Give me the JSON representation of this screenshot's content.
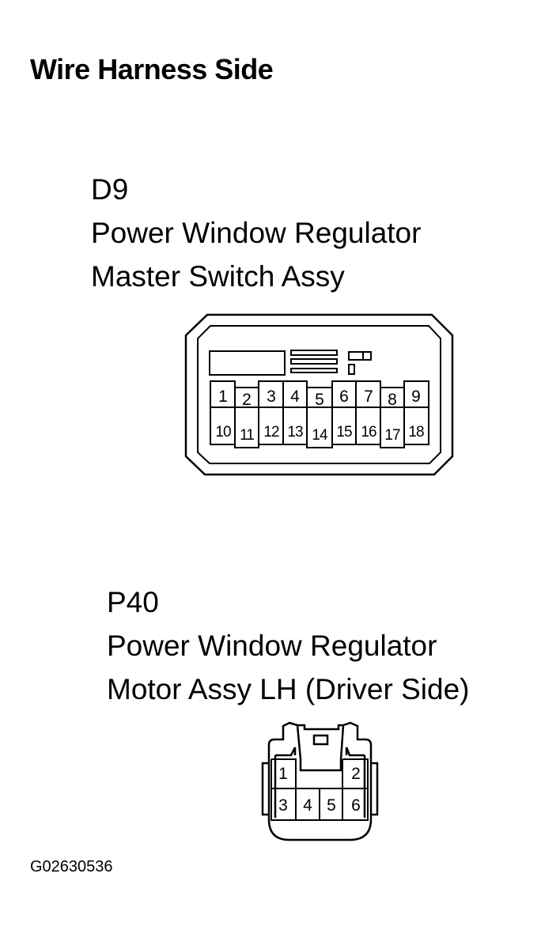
{
  "heading": "Wire Harness Side",
  "connectors": [
    {
      "code": "D9",
      "name_line1": "Power Window Regulator",
      "name_line2": "Master Switch Assy",
      "top_row_pins": [
        "1",
        "2",
        "3",
        "4",
        "5",
        "6",
        "7",
        "8",
        "9"
      ],
      "bottom_row_pins": [
        "10",
        "11",
        "12",
        "13",
        "14",
        "15",
        "16",
        "17",
        "18"
      ]
    },
    {
      "code": "P40",
      "name_line1": "Power Window Regulator",
      "name_line2": "Motor Assy LH (Driver Side)",
      "top_row_pins": [
        "1",
        "2"
      ],
      "bottom_row_pins": [
        "3",
        "4",
        "5",
        "6"
      ]
    }
  ],
  "figure_code": "G02630536"
}
